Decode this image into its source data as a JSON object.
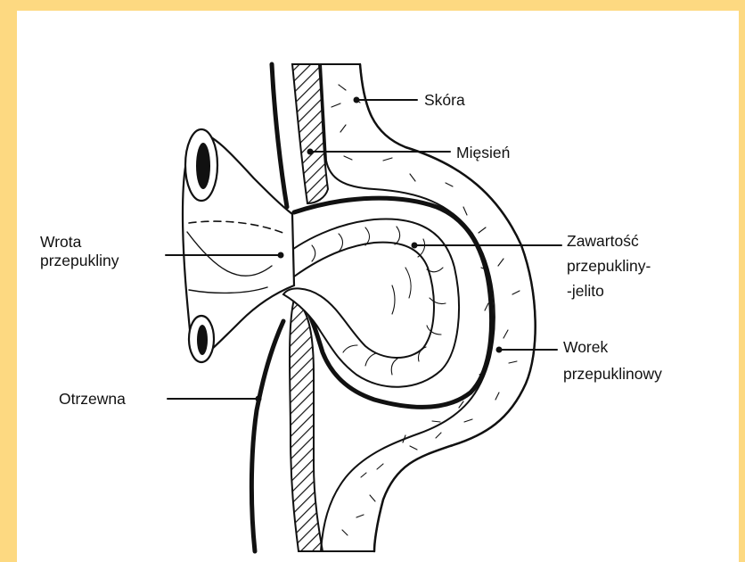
{
  "colors": {
    "page_border": "#fdd981",
    "canvas": "#ffffff",
    "ink": "#111111"
  },
  "labels": {
    "skin": "Skóra",
    "muscle": "Mięsień",
    "hernia_gate_line1": "Wrota",
    "hernia_gate_line2": "przepukliny",
    "contents_line1": "Zawartość",
    "contents_line2": "przepukliny-",
    "contents_line3": "-jelito",
    "sac_line1": "Worek",
    "sac_line2": "przepuklinowy",
    "peritoneum": "Otrzewna"
  }
}
